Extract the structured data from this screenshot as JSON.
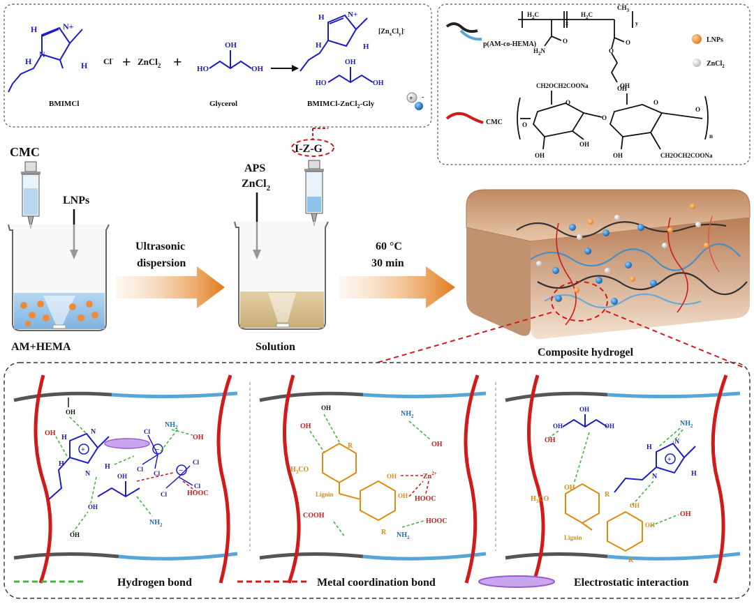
{
  "reaction": {
    "bmimcl_label": "BMIMCl",
    "chloride": "Cl",
    "plus": "+",
    "zncl2": "ZnCl",
    "glycerol_label": "Glycerol",
    "product_label": "BMIMCl-ZnCl",
    "product_suffix": "-Gly",
    "anion": "[Zn",
    "oh": "OH",
    "ho": "HO",
    "h": "H",
    "n": "N"
  },
  "legend_top": {
    "polymer": "p(AM-co-HEMA)",
    "cmc": "CMC",
    "lnps": "LNPs",
    "zncl2": "ZnCl",
    "sub2": "2",
    "ch3": "CH",
    "h2c": "H",
    "nh2_h2n": "H",
    "carboxymethyl": "CH2OCH2COONa",
    "oh": "OH",
    "o": "O",
    "x": "x",
    "y": "y",
    "n": "n"
  },
  "process": {
    "cmc": "CMC",
    "lnps": "LNPs",
    "beaker1_label": "AM+HEMA",
    "arrow1_line1": "Ultrasonic",
    "arrow1_line2": "dispersion",
    "izg": "I-Z-G",
    "aps": "APS",
    "zncl2": "ZnCl",
    "beaker2_label": "Solution",
    "arrow2_line1": "60 °C",
    "arrow2_line2": "30 min",
    "hydrogel_label": "Composite hydrogel"
  },
  "detail": {
    "oh": "OH",
    "nh2": "NH",
    "hooc": "HOOC",
    "cooh": "COOH",
    "h3co": "H",
    "lignin": "Lignin",
    "zn": "Zn",
    "r": "R",
    "cl": "Cl",
    "h": "H",
    "n": "N"
  },
  "legend_bottom": {
    "hbond": "Hydrogen bond",
    "metal": "Metal coordination bond",
    "electrostatic": "Electrostatic interaction"
  },
  "colors": {
    "hbond": "#3cb83c",
    "metal": "#d21a1a",
    "electrostatic": "#9b59d0",
    "cmc": "#d21a1a",
    "polymer_gray": "#555555",
    "polymer_blue": "#5aa5d8",
    "arrow": "#e07b1a",
    "chem_blue": "#1c1cc8",
    "lignin": "#e08a12"
  }
}
